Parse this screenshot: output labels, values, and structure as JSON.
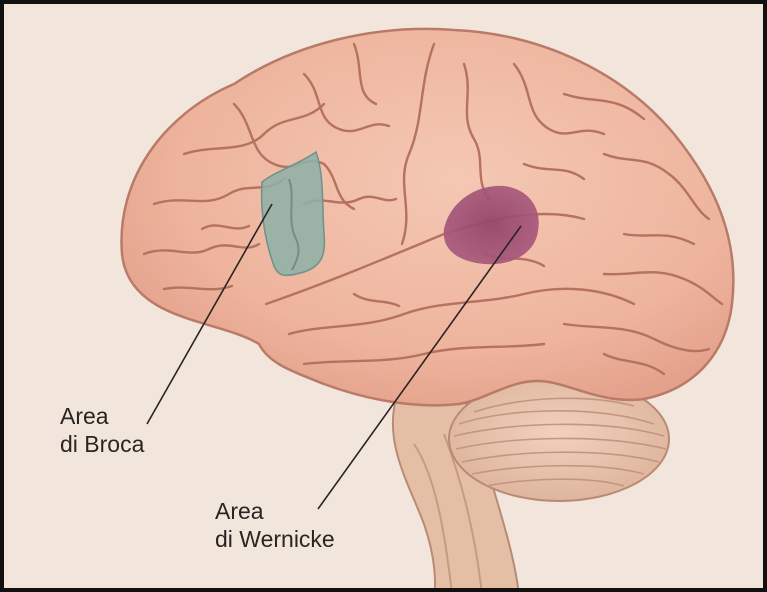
{
  "labels": {
    "broca": {
      "line1": "Area",
      "line2": "di Broca"
    },
    "wernicke": {
      "line1": "Area",
      "line2": "di Wernicke"
    }
  },
  "colors": {
    "background": "#f2e6dc",
    "brain": "#efb9a2",
    "brain_edge": "#b97a67",
    "sulci": "#b5725f",
    "cerebellum": "#e7c1aa",
    "brainstem": "#e5bea6",
    "broca_region": "#8fb1a6",
    "wernicke_region": "#9b4b6f",
    "leader_lines": "#2a2422"
  },
  "icons": [
    "brain-illustration"
  ]
}
